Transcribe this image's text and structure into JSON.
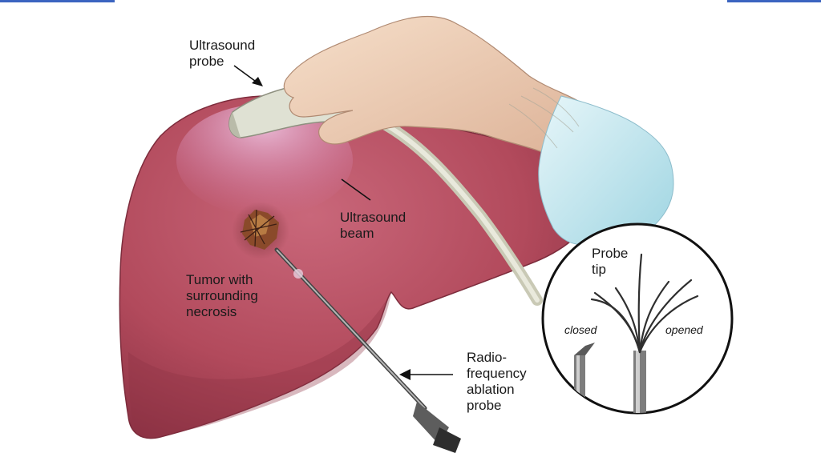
{
  "labels": {
    "ultrasound_probe": "Ultrasound\nprobe",
    "ultrasound_beam": "Ultrasound\nbeam",
    "tumor": "Tumor with\nsurrounding\nnecrosis",
    "rfa_probe": "Radio-\nfrequency\nablation\nprobe",
    "probe_tip": "Probe\ntip",
    "closed": "closed",
    "opened": "opened"
  },
  "colors": {
    "liver": "#b24a5c",
    "liver_dark": "#8f3446",
    "tumor": "#7a3f26",
    "skin": "#efd2b9",
    "glove_sleeve": "#bfe6ee",
    "probe_body": "#dfe1d3",
    "accent_bar": "#3b64c0"
  }
}
